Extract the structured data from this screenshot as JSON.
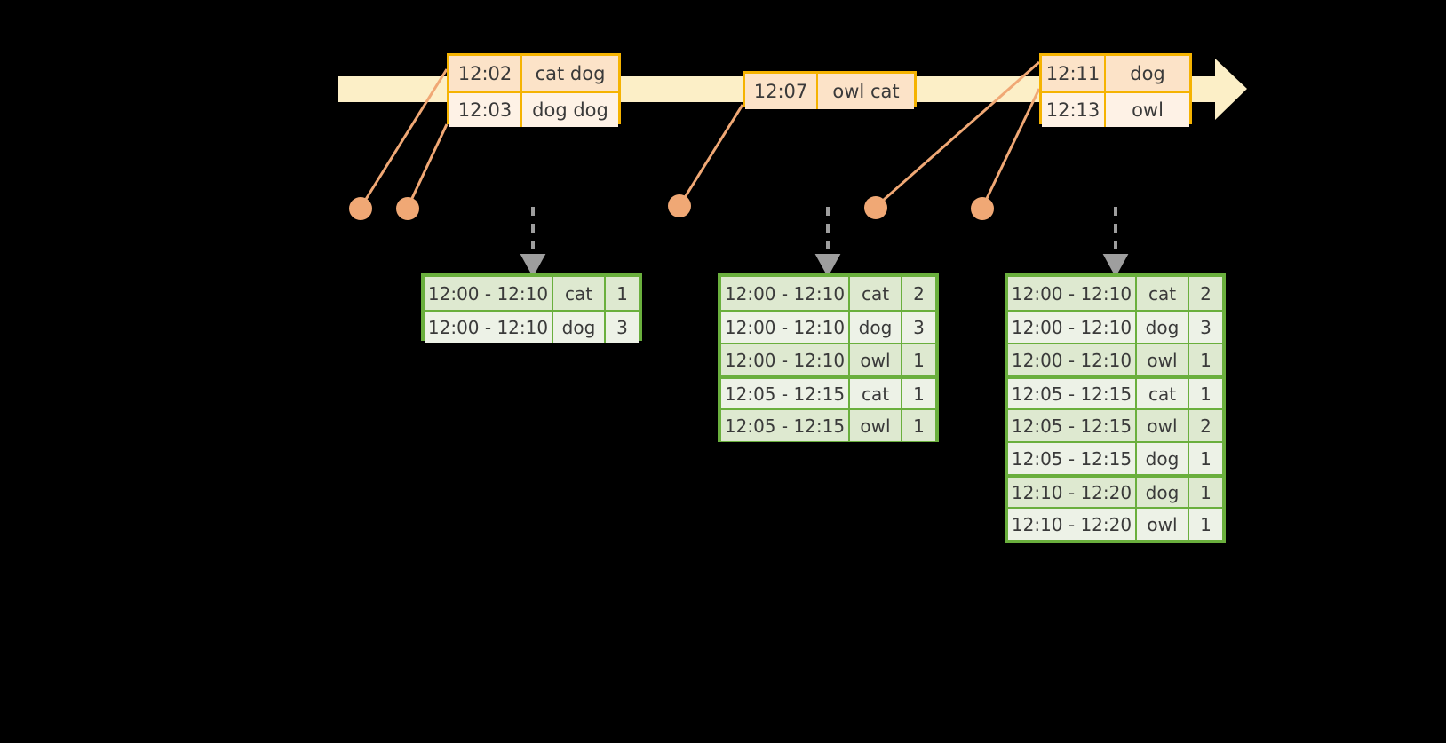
{
  "colors": {
    "background": "#000000",
    "timeline_fill": "#FCEFC7",
    "event_border": "#F5B301",
    "event_fill_shade": "#FCE3C8",
    "event_fill_plain": "#FEF2E6",
    "connector": "#F0A875",
    "dot": "#F0A875",
    "arrow": "#9E9E9E",
    "table_border": "#6AAF3D",
    "table_fill_shade": "#DEE9D0",
    "table_fill_plain": "#EDF2E7",
    "text": "#3a3a3a"
  },
  "timeline": {
    "name": "event-timeline",
    "direction": "right",
    "events": [
      {
        "group": "event-group-1",
        "rows": [
          {
            "time": "12:02",
            "value": "cat dog"
          },
          {
            "time": "12:03",
            "value": "dog dog"
          }
        ]
      },
      {
        "group": "event-group-2",
        "rows": [
          {
            "time": "12:07",
            "value": "owl cat"
          }
        ]
      },
      {
        "group": "event-group-3",
        "rows": [
          {
            "time": "12:11",
            "value": "dog"
          },
          {
            "time": "12:13",
            "value": "owl"
          }
        ]
      }
    ]
  },
  "results": [
    {
      "name": "result-table-1",
      "columns": [
        "window",
        "key",
        "count"
      ],
      "rows": [
        {
          "window": "12:00 - 12:10",
          "key": "cat",
          "count": "1"
        },
        {
          "window": "12:00 - 12:10",
          "key": "dog",
          "count": "3"
        }
      ]
    },
    {
      "name": "result-table-2",
      "columns": [
        "window",
        "key",
        "count"
      ],
      "rows": [
        {
          "window": "12:00 - 12:10",
          "key": "cat",
          "count": "2"
        },
        {
          "window": "12:00 - 12:10",
          "key": "dog",
          "count": "3"
        },
        {
          "window": "12:00 - 12:10",
          "key": "owl",
          "count": "1"
        },
        {
          "window": "12:05 - 12:15",
          "key": "cat",
          "count": "1"
        },
        {
          "window": "12:05 - 12:15",
          "key": "owl",
          "count": "1"
        }
      ]
    },
    {
      "name": "result-table-3",
      "columns": [
        "window",
        "key",
        "count"
      ],
      "rows": [
        {
          "window": "12:00 - 12:10",
          "key": "cat",
          "count": "2"
        },
        {
          "window": "12:00 - 12:10",
          "key": "dog",
          "count": "3"
        },
        {
          "window": "12:00 - 12:10",
          "key": "owl",
          "count": "1"
        },
        {
          "window": "12:05 - 12:15",
          "key": "cat",
          "count": "1"
        },
        {
          "window": "12:05 - 12:15",
          "key": "owl",
          "count": "2"
        },
        {
          "window": "12:05 - 12:15",
          "key": "dog",
          "count": "1"
        },
        {
          "window": "12:10 - 12:20",
          "key": "dog",
          "count": "1"
        },
        {
          "window": "12:10 - 12:20",
          "key": "owl",
          "count": "1"
        }
      ]
    }
  ]
}
